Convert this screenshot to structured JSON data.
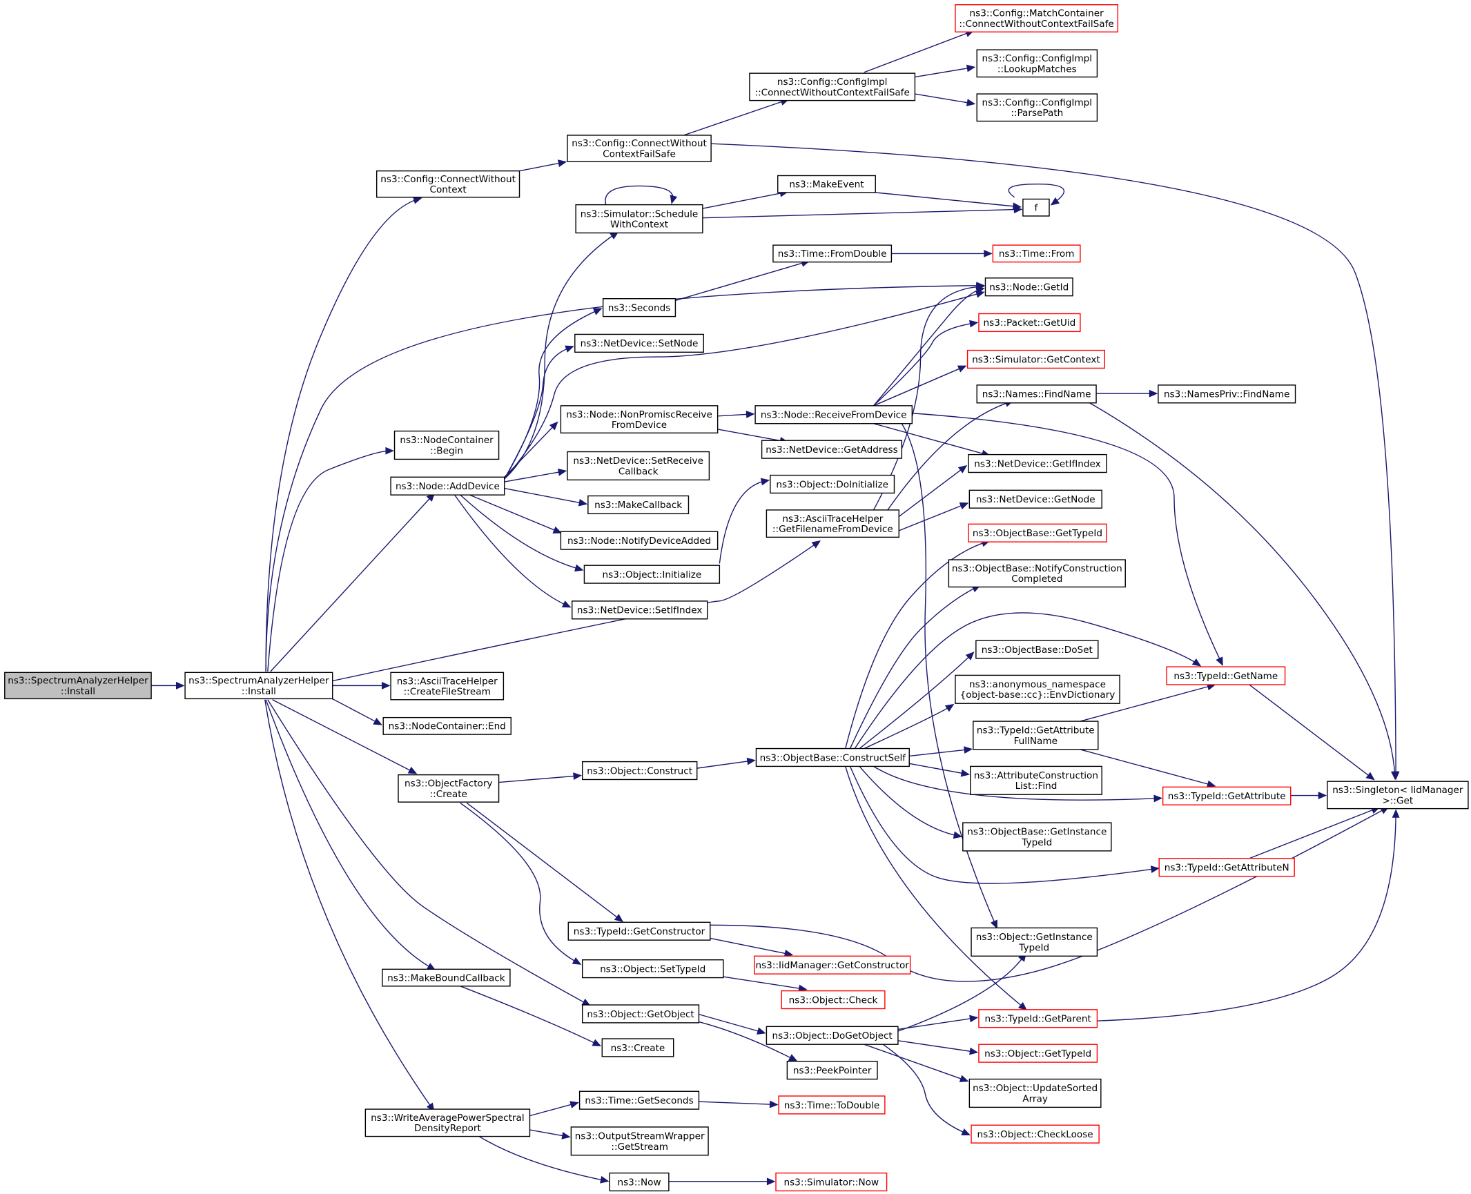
{
  "colors": {
    "edge": "#191970",
    "normal_border": "#000000",
    "red_border": "#ff0000",
    "root_fill": "#bfbfbf",
    "fill": "#ffffff",
    "text": "#000000"
  },
  "nodes": [
    {
      "id": "root",
      "style": "root",
      "lines": [
        "ns3::SpectrumAnalyzerHelper",
        "::Install"
      ]
    },
    {
      "id": "install",
      "style": "normal",
      "lines": [
        "ns3::SpectrumAnalyzerHelper",
        "::Install"
      ]
    },
    {
      "id": "cfg_cwc",
      "style": "normal",
      "lines": [
        "ns3::Config::ConnectWithout",
        "Context"
      ]
    },
    {
      "id": "cfg_cwcfs",
      "style": "normal",
      "lines": [
        "ns3::Config::ConnectWithout",
        "ContextFailSafe"
      ]
    },
    {
      "id": "cfgimpl_cwcfs",
      "style": "normal",
      "lines": [
        "ns3::Config::ConfigImpl",
        "::ConnectWithoutContextFailSafe"
      ]
    },
    {
      "id": "mc_cwcfs",
      "style": "red",
      "lines": [
        "ns3::Config::MatchContainer",
        "::ConnectWithoutContextFailSafe"
      ]
    },
    {
      "id": "lookup",
      "style": "normal",
      "lines": [
        "ns3::Config::ConfigImpl",
        "::LookupMatches"
      ]
    },
    {
      "id": "parsepath",
      "style": "normal",
      "lines": [
        "ns3::Config::ConfigImpl",
        "::ParsePath"
      ]
    },
    {
      "id": "schedctx",
      "style": "normal",
      "lines": [
        "ns3::Simulator::Schedule",
        "WithContext"
      ]
    },
    {
      "id": "makeevent",
      "style": "normal",
      "lines": [
        "ns3::MakeEvent"
      ]
    },
    {
      "id": "f",
      "style": "normal",
      "lines": [
        "f"
      ]
    },
    {
      "id": "fromdouble",
      "style": "normal",
      "lines": [
        "ns3::Time::FromDouble"
      ]
    },
    {
      "id": "timefrom",
      "style": "red",
      "lines": [
        "ns3::Time::From"
      ]
    },
    {
      "id": "getid",
      "style": "normal",
      "lines": [
        "ns3::Node::GetId"
      ]
    },
    {
      "id": "seconds",
      "style": "normal",
      "lines": [
        "ns3::Seconds"
      ]
    },
    {
      "id": "setnode",
      "style": "normal",
      "lines": [
        "ns3::NetDevice::SetNode"
      ]
    },
    {
      "id": "getuid",
      "style": "red",
      "lines": [
        "ns3::Packet::GetUid"
      ]
    },
    {
      "id": "getcontext",
      "style": "red",
      "lines": [
        "ns3::Simulator::GetContext"
      ]
    },
    {
      "id": "findname",
      "style": "normal",
      "lines": [
        "ns3::Names::FindName"
      ]
    },
    {
      "id": "privfindname",
      "style": "normal",
      "lines": [
        "ns3::NamesPriv::FindName"
      ]
    },
    {
      "id": "nonpromisc",
      "style": "normal",
      "lines": [
        "ns3::Node::NonPromiscReceive",
        "FromDevice"
      ]
    },
    {
      "id": "recvfromdev",
      "style": "normal",
      "lines": [
        "ns3::Node::ReceiveFromDevice"
      ]
    },
    {
      "id": "getaddress",
      "style": "normal",
      "lines": [
        "ns3::NetDevice::GetAddress"
      ]
    },
    {
      "id": "ncbegin",
      "style": "normal",
      "lines": [
        "ns3::NodeContainer",
        "::Begin"
      ]
    },
    {
      "id": "setrecvcb",
      "style": "normal",
      "lines": [
        "ns3::NetDevice::SetReceive",
        "Callback"
      ]
    },
    {
      "id": "getifindex",
      "style": "normal",
      "lines": [
        "ns3::NetDevice::GetIfIndex"
      ]
    },
    {
      "id": "adddevice",
      "style": "normal",
      "lines": [
        "ns3::Node::AddDevice"
      ]
    },
    {
      "id": "doinit",
      "style": "normal",
      "lines": [
        "ns3::Object::DoInitialize"
      ]
    },
    {
      "id": "makecallback",
      "style": "normal",
      "lines": [
        "ns3::MakeCallback"
      ]
    },
    {
      "id": "getfilename",
      "style": "normal",
      "lines": [
        "ns3::AsciiTraceHelper",
        "::GetFilenameFromDevice"
      ]
    },
    {
      "id": "getnode",
      "style": "normal",
      "lines": [
        "ns3::NetDevice::GetNode"
      ]
    },
    {
      "id": "notifydev",
      "style": "normal",
      "lines": [
        "ns3::Node::NotifyDeviceAdded"
      ]
    },
    {
      "id": "ob_gettypeid",
      "style": "red",
      "lines": [
        "ns3::ObjectBase::GetTypeId"
      ]
    },
    {
      "id": "initialize",
      "style": "normal",
      "lines": [
        "ns3::Object::Initialize"
      ]
    },
    {
      "id": "notifyconst",
      "style": "normal",
      "lines": [
        "ns3::ObjectBase::NotifyConstruction",
        "Completed"
      ]
    },
    {
      "id": "setifindex",
      "style": "normal",
      "lines": [
        "ns3::NetDevice::SetIfIndex"
      ]
    },
    {
      "id": "doset",
      "style": "normal",
      "lines": [
        "ns3::ObjectBase::DoSet"
      ]
    },
    {
      "id": "tid_getname",
      "style": "red",
      "lines": [
        "ns3::TypeId::GetName"
      ]
    },
    {
      "id": "createfilestream",
      "style": "normal",
      "lines": [
        "ns3::AsciiTraceHelper",
        "::CreateFileStream"
      ]
    },
    {
      "id": "envdict",
      "style": "normal",
      "lines": [
        "ns3::anonymous_namespace",
        "{object-base::cc}::EnvDictionary"
      ]
    },
    {
      "id": "ncend",
      "style": "normal",
      "lines": [
        "ns3::NodeContainer::End"
      ]
    },
    {
      "id": "getattrfull",
      "style": "normal",
      "lines": [
        "ns3::TypeId::GetAttribute",
        "FullName"
      ]
    },
    {
      "id": "ofcreate",
      "style": "normal",
      "lines": [
        "ns3::ObjectFactory",
        "::Create"
      ]
    },
    {
      "id": "construct",
      "style": "normal",
      "lines": [
        "ns3::Object::Construct"
      ]
    },
    {
      "id": "constructself",
      "style": "normal",
      "lines": [
        "ns3::ObjectBase::ConstructSelf"
      ]
    },
    {
      "id": "aclfind",
      "style": "normal",
      "lines": [
        "ns3::AttributeConstruction",
        "List::Find"
      ]
    },
    {
      "id": "tid_getattribute",
      "style": "red",
      "lines": [
        "ns3::TypeId::GetAttribute"
      ]
    },
    {
      "id": "singleton",
      "style": "normal",
      "lines": [
        "ns3::Singleton< IidManager",
        " >::Get"
      ]
    },
    {
      "id": "ob_getinsttid",
      "style": "normal",
      "lines": [
        "ns3::ObjectBase::GetInstance",
        "TypeId"
      ]
    },
    {
      "id": "getattrn",
      "style": "red",
      "lines": [
        "ns3::TypeId::GetAttributeN"
      ]
    },
    {
      "id": "getconstructor",
      "style": "normal",
      "lines": [
        "ns3::TypeId::GetConstructor"
      ]
    },
    {
      "id": "obj_getinsttid",
      "style": "normal",
      "lines": [
        "ns3::Object::GetInstance",
        "TypeId"
      ]
    },
    {
      "id": "iid_getconstructor",
      "style": "red",
      "lines": [
        "ns3::IidManager::GetConstructor"
      ]
    },
    {
      "id": "settypeid",
      "style": "normal",
      "lines": [
        "ns3::Object::SetTypeId"
      ]
    },
    {
      "id": "makebound",
      "style": "normal",
      "lines": [
        "ns3::MakeBoundCallback"
      ]
    },
    {
      "id": "objcheck",
      "style": "red",
      "lines": [
        "ns3::Object::Check"
      ]
    },
    {
      "id": "getobject",
      "style": "normal",
      "lines": [
        "ns3::Object::GetObject"
      ]
    },
    {
      "id": "getparent",
      "style": "red",
      "lines": [
        "ns3::TypeId::GetParent"
      ]
    },
    {
      "id": "dogetobject",
      "style": "normal",
      "lines": [
        "ns3::Object::DoGetObject"
      ]
    },
    {
      "id": "create",
      "style": "normal",
      "lines": [
        "ns3::Create"
      ]
    },
    {
      "id": "obj_gettypeid",
      "style": "red",
      "lines": [
        "ns3::Object::GetTypeId"
      ]
    },
    {
      "id": "peekpointer",
      "style": "normal",
      "lines": [
        "ns3::PeekPointer"
      ]
    },
    {
      "id": "updatesorted",
      "style": "normal",
      "lines": [
        "ns3::Object::UpdateSorted",
        "Array"
      ]
    },
    {
      "id": "getsecondsT",
      "style": "normal",
      "lines": [
        "ns3::Time::GetSeconds"
      ]
    },
    {
      "id": "todouble",
      "style": "red",
      "lines": [
        "ns3::Time::ToDouble"
      ]
    },
    {
      "id": "writeavg",
      "style": "normal",
      "lines": [
        "ns3::WriteAveragePowerSpectral",
        "DensityReport"
      ]
    },
    {
      "id": "checkloose",
      "style": "red",
      "lines": [
        "ns3::Object::CheckLoose"
      ]
    },
    {
      "id": "getstream",
      "style": "normal",
      "lines": [
        "ns3::OutputStreamWrapper",
        "::GetStream"
      ]
    },
    {
      "id": "now",
      "style": "normal",
      "lines": [
        "ns3::Now"
      ]
    },
    {
      "id": "simnow",
      "style": "red",
      "lines": [
        "ns3::Simulator::Now"
      ]
    }
  ],
  "edges": [
    [
      "root",
      "install"
    ],
    [
      "install",
      "cfg_cwc"
    ],
    [
      "install",
      "getid"
    ],
    [
      "install",
      "ncbegin"
    ],
    [
      "install",
      "adddevice"
    ],
    [
      "install",
      "getfilename"
    ],
    [
      "install",
      "createfilestream"
    ],
    [
      "install",
      "ncend"
    ],
    [
      "install",
      "ofcreate"
    ],
    [
      "install",
      "getobject"
    ],
    [
      "install",
      "makebound"
    ],
    [
      "install",
      "writeavg"
    ],
    [
      "cfg_cwc",
      "cfg_cwcfs"
    ],
    [
      "cfg_cwcfs",
      "cfgimpl_cwcfs"
    ],
    [
      "cfg_cwcfs",
      "singleton"
    ],
    [
      "cfgimpl_cwcfs",
      "mc_cwcfs"
    ],
    [
      "cfgimpl_cwcfs",
      "lookup"
    ],
    [
      "cfgimpl_cwcfs",
      "parsepath"
    ],
    [
      "schedctx",
      "schedctx"
    ],
    [
      "schedctx",
      "makeevent"
    ],
    [
      "schedctx",
      "f"
    ],
    [
      "makeevent",
      "f"
    ],
    [
      "f",
      "f"
    ],
    [
      "fromdouble",
      "timefrom"
    ],
    [
      "seconds",
      "fromdouble"
    ],
    [
      "adddevice",
      "schedctx"
    ],
    [
      "adddevice",
      "seconds"
    ],
    [
      "adddevice",
      "setnode"
    ],
    [
      "adddevice",
      "getid"
    ],
    [
      "adddevice",
      "nonpromisc"
    ],
    [
      "adddevice",
      "setrecvcb"
    ],
    [
      "adddevice",
      "makecallback"
    ],
    [
      "adddevice",
      "notifydev"
    ],
    [
      "adddevice",
      "initialize"
    ],
    [
      "adddevice",
      "setifindex"
    ],
    [
      "nonpromisc",
      "recvfromdev"
    ],
    [
      "nonpromisc",
      "getaddress"
    ],
    [
      "recvfromdev",
      "getid"
    ],
    [
      "recvfromdev",
      "getuid"
    ],
    [
      "recvfromdev",
      "getcontext"
    ],
    [
      "recvfromdev",
      "getifindex"
    ],
    [
      "recvfromdev",
      "tid_getname"
    ],
    [
      "recvfromdev",
      "singleton"
    ],
    [
      "recvfromdev",
      "obj_getinsttid"
    ],
    [
      "findname",
      "privfindname"
    ],
    [
      "findname",
      "singleton"
    ],
    [
      "initialize",
      "doinit"
    ],
    [
      "getfilename",
      "getid"
    ],
    [
      "getfilename",
      "findname"
    ],
    [
      "getfilename",
      "getifindex"
    ],
    [
      "getfilename",
      "getnode"
    ],
    [
      "ofcreate",
      "construct"
    ],
    [
      "ofcreate",
      "getconstructor"
    ],
    [
      "ofcreate",
      "settypeid"
    ],
    [
      "construct",
      "constructself"
    ],
    [
      "constructself",
      "ob_gettypeid"
    ],
    [
      "constructself",
      "notifyconst"
    ],
    [
      "constructself",
      "tid_getname"
    ],
    [
      "constructself",
      "doset"
    ],
    [
      "constructself",
      "envdict"
    ],
    [
      "constructself",
      "getattrfull"
    ],
    [
      "constructself",
      "aclfind"
    ],
    [
      "constructself",
      "tid_getattribute"
    ],
    [
      "constructself",
      "ob_getinsttid"
    ],
    [
      "constructself",
      "getattrn"
    ],
    [
      "constructself",
      "getparent"
    ],
    [
      "getattrfull",
      "tid_getname"
    ],
    [
      "getattrfull",
      "tid_getattribute"
    ],
    [
      "tid_getname",
      "singleton"
    ],
    [
      "tid_getattribute",
      "singleton"
    ],
    [
      "getattrn",
      "singleton"
    ],
    [
      "getconstructor",
      "iid_getconstructor"
    ],
    [
      "getconstructor",
      "singleton"
    ],
    [
      "settypeid",
      "objcheck"
    ],
    [
      "getobject",
      "dogetobject"
    ],
    [
      "getobject",
      "peekpointer"
    ],
    [
      "dogetobject",
      "obj_getinsttid"
    ],
    [
      "dogetobject",
      "getparent"
    ],
    [
      "dogetobject",
      "obj_gettypeid"
    ],
    [
      "dogetobject",
      "updatesorted"
    ],
    [
      "dogetobject",
      "checkloose"
    ],
    [
      "getparent",
      "singleton"
    ],
    [
      "makebound",
      "create"
    ],
    [
      "writeavg",
      "getsecondsT"
    ],
    [
      "writeavg",
      "getstream"
    ],
    [
      "writeavg",
      "now"
    ],
    [
      "getsecondsT",
      "todouble"
    ],
    [
      "now",
      "simnow"
    ]
  ]
}
